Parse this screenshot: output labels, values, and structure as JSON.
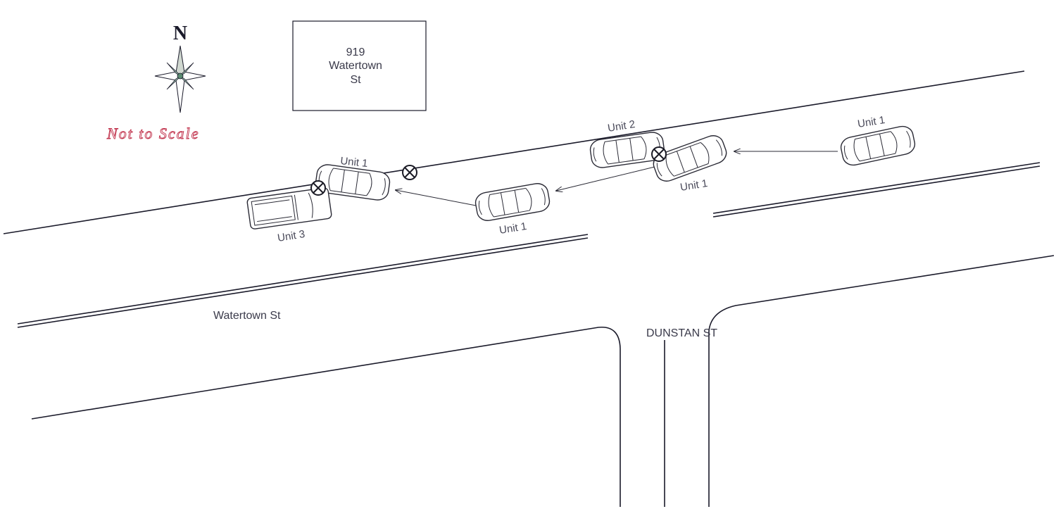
{
  "compass": {
    "label": "N",
    "icon": "north-arrow-compass-icon"
  },
  "scale_note": "Not to Scale",
  "building": {
    "line1": "919",
    "line2": "Watertown",
    "line3": "St"
  },
  "streets": {
    "main": "Watertown St",
    "cross": "DUNSTAN ST"
  },
  "units": {
    "unit1_a": "Unit 1",
    "unit1_b": "Unit 1",
    "unit1_c": "Unit 1",
    "unit1_d": "Unit 1",
    "unit2": "Unit 2",
    "unit3": "Unit 3"
  },
  "impact_marker_icon": "impact-x-circle-icon",
  "colors": {
    "line": "#1a1a2a",
    "scale_note": "#c0304a",
    "text": "#4a4a5a"
  }
}
